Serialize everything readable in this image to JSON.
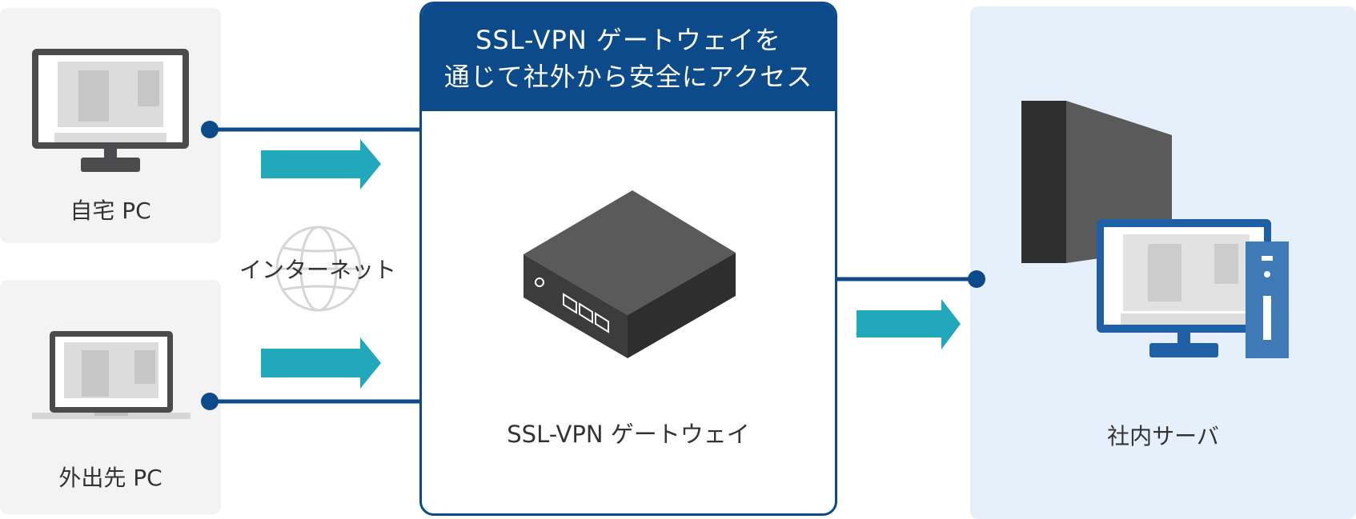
{
  "colors": {
    "navy": "#0d4a8a",
    "teal": "#22a8bb",
    "left_panel_bg": "#f3f3f3",
    "server_panel_bg": "#e6f0fb",
    "device_dark": "#2f2f2f",
    "device_mid": "#5a5a5a"
  },
  "nodes": {
    "home_pc": {
      "label": "自宅 PC",
      "icon": "desktop-monitor-icon"
    },
    "mobile_pc": {
      "label": "外出先 PC",
      "icon": "laptop-icon"
    },
    "internet": {
      "label": "インターネット",
      "icon": "globe-icon"
    },
    "gateway": {
      "header_line1": "SSL-VPN ゲートウェイを",
      "header_line2": "通じて社外から安全にアクセス",
      "label": "SSL-VPN ゲートウェイ",
      "icon": "vpn-appliance-icon"
    },
    "server": {
      "label": "社内サーバ",
      "icon": "server-tower-icon"
    }
  }
}
